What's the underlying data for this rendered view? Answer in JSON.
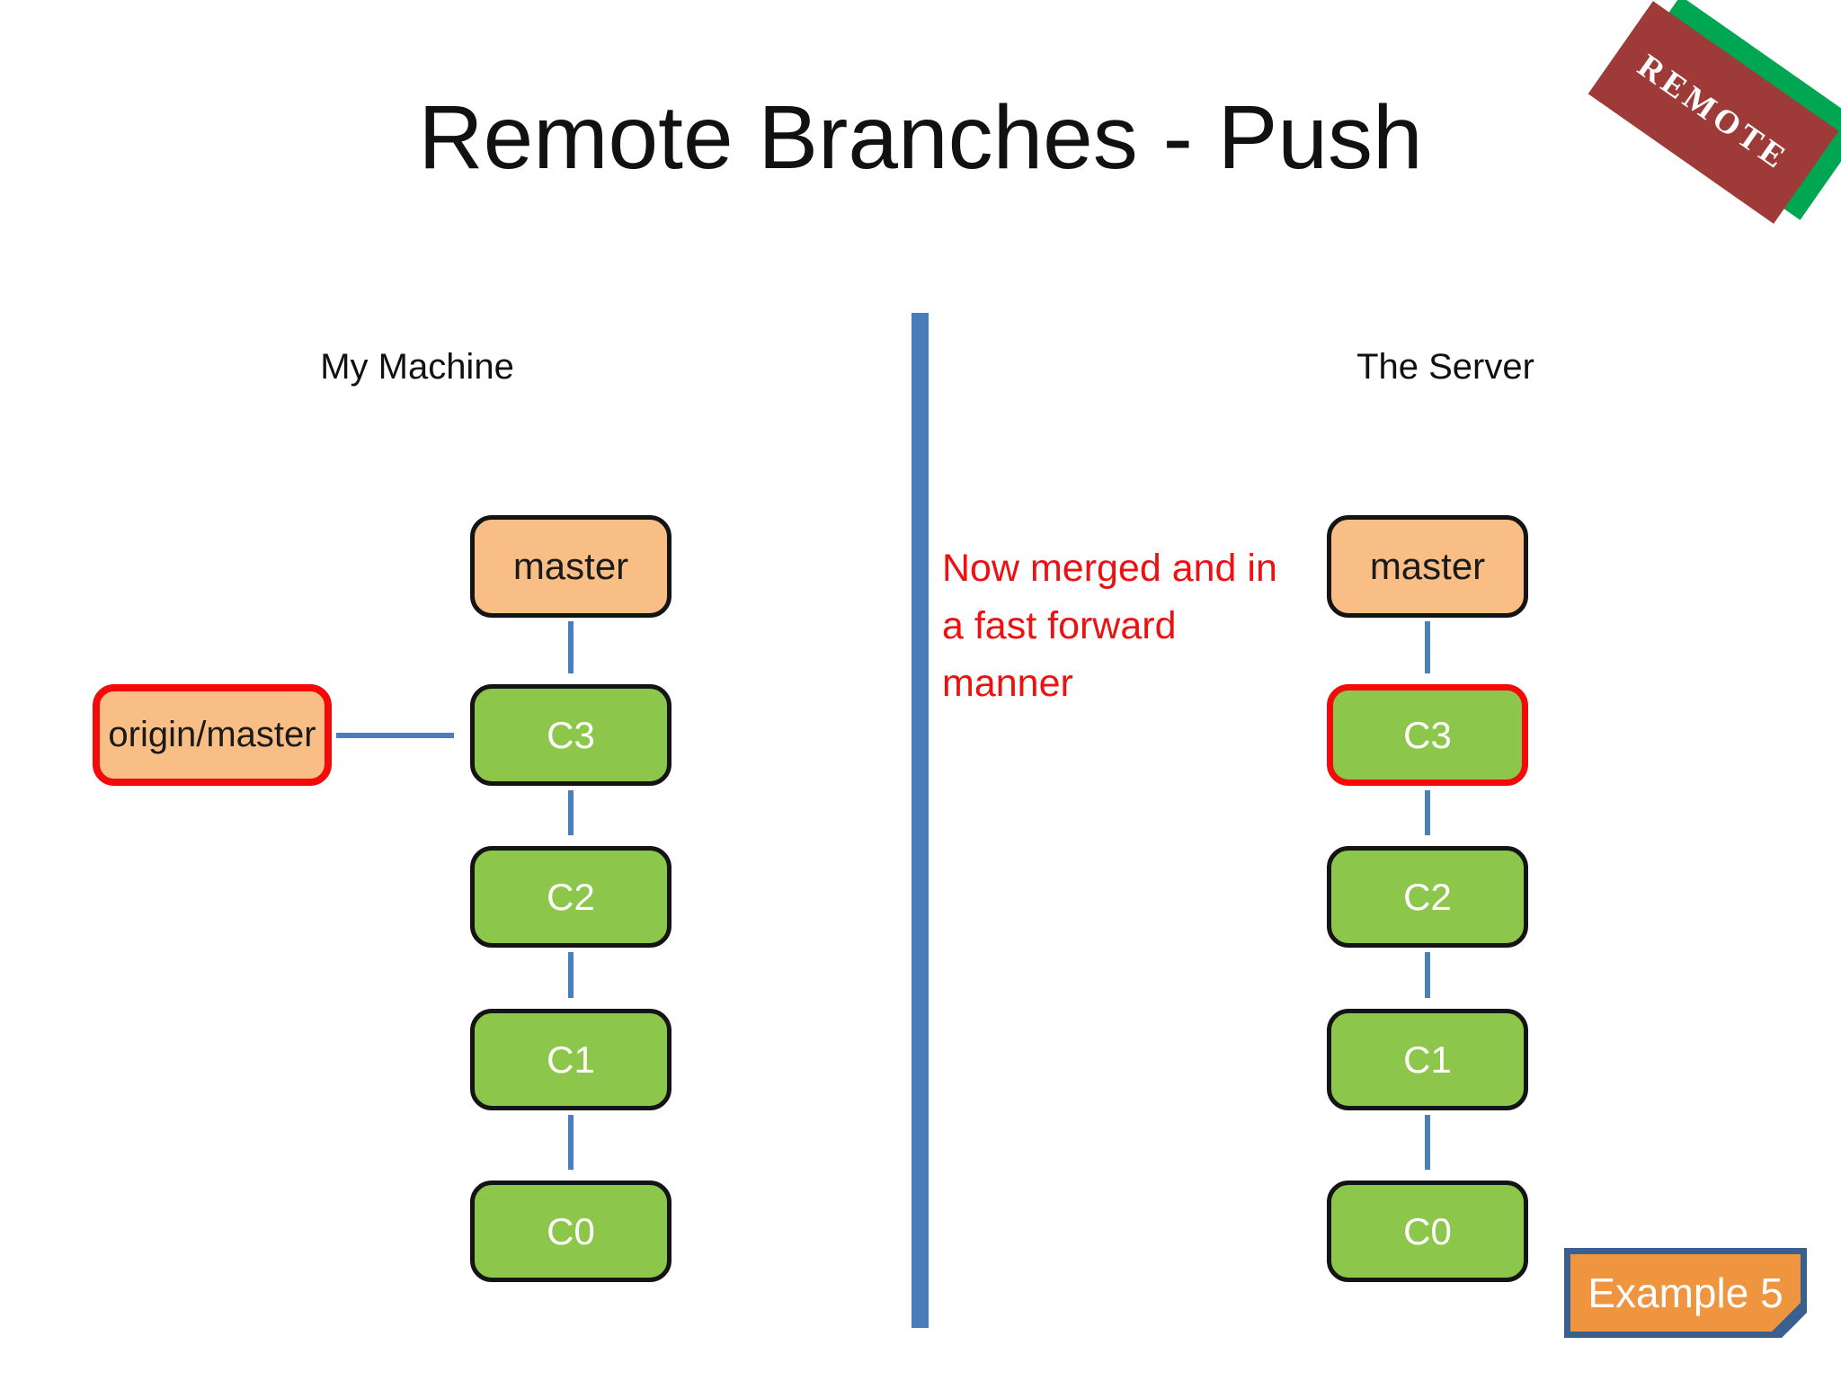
{
  "slide_title": "Remote Branches - Push",
  "banner": {
    "label": "REMOTE"
  },
  "machine": {
    "heading": "My Machine",
    "branch_label": "master",
    "remote_ref_label": "origin/master",
    "commits": [
      "C3",
      "C2",
      "C1",
      "C0"
    ]
  },
  "server": {
    "heading": "The Server",
    "branch_label": "master",
    "commits": [
      "C3",
      "C2",
      "C1",
      "C0"
    ]
  },
  "annotation": {
    "lines": [
      "Now merged and in",
      "a fast forward",
      "manner"
    ]
  },
  "badge": {
    "label": "Example 5"
  },
  "colors": {
    "commit_green": "#8CC74B",
    "branch_peach": "#F8BE86",
    "node_border": "#141414",
    "highlight_red": "#F50A0A",
    "arrow_blue": "#4A7EBC",
    "divider_blue": "#4A7CB8",
    "annotation_red": "#EE1111",
    "badge_fill": "#F0953F",
    "badge_border": "#3A6090",
    "banner_maroon": "#9E3B38",
    "banner_green": "#00A651"
  }
}
